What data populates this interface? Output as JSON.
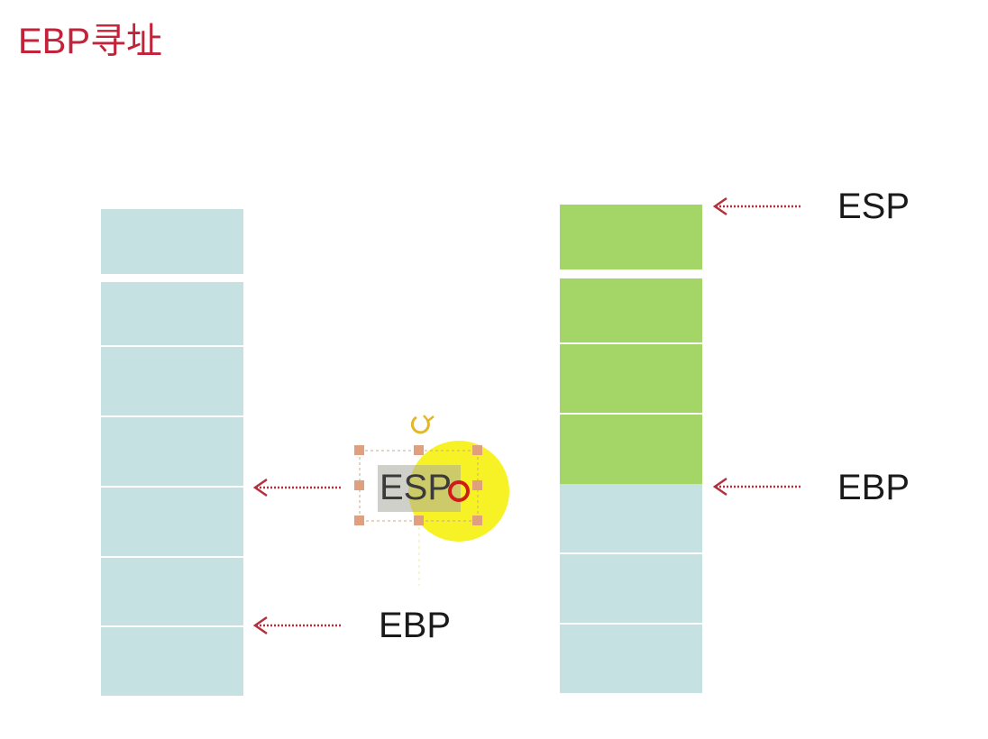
{
  "title": "EBP寻址",
  "colors": {
    "title": "#c0233a",
    "stack_cell": "#c6e1e2",
    "stack_cell_used": "#a3d567",
    "arrow": "#b3303c",
    "cursor_highlight": "#f6f000",
    "selection_handle": "#e0a07e",
    "rotate_handle": "#e4b62b"
  },
  "left_stack": {
    "labels": {
      "esp": "ESP",
      "ebp": "EBP"
    }
  },
  "right_stack": {
    "labels": {
      "esp": "ESP",
      "ebp": "EBP"
    }
  }
}
